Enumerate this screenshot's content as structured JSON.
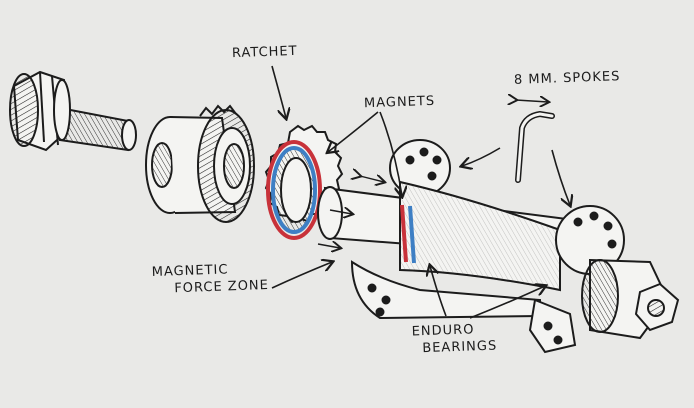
{
  "labels": {
    "ratchet": "RATCHET",
    "magnets": "MAGNETS",
    "spokes": "8 MM. SPOKES",
    "magnetic_line1": "MAGNETIC",
    "magnetic_line2": "FORCE ZONE",
    "enduro_line1": "ENDURO",
    "enduro_line2": "BEARINGS"
  },
  "colors": {
    "background": "#e9e9e7",
    "ink": "#1c1c1c",
    "magnet_red": "#c8323a",
    "magnet_blue": "#3e7fc4"
  },
  "icons": [
    "axle-bolt",
    "freehub-body",
    "ratchet-ring",
    "hub-shell",
    "spoke"
  ]
}
